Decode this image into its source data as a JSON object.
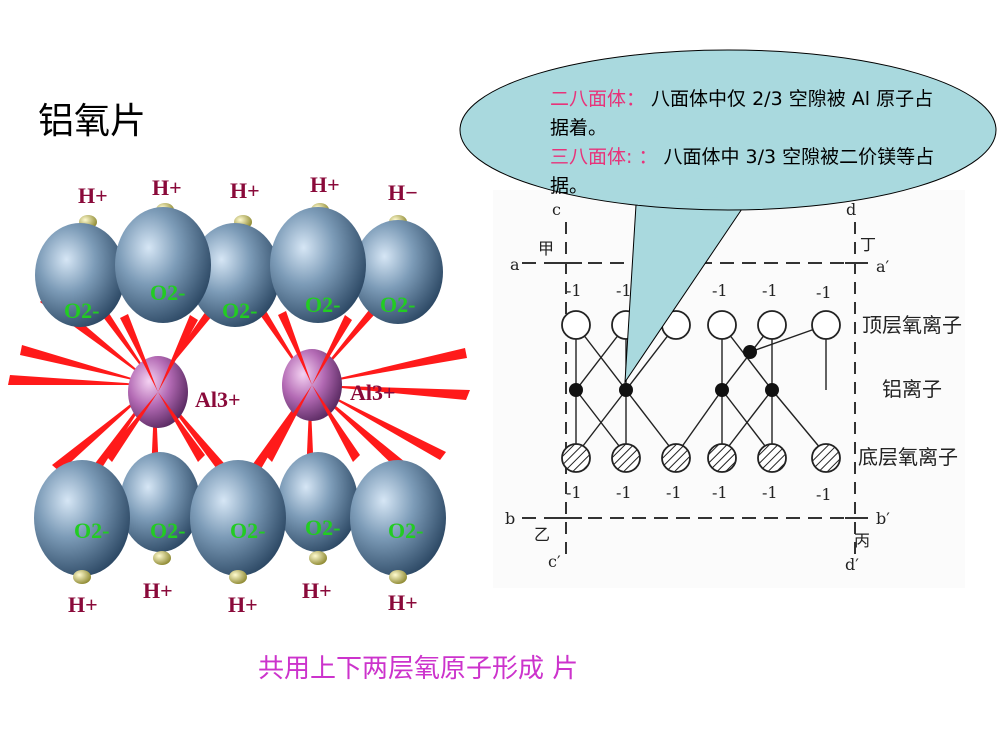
{
  "slide_title": "铝氧片",
  "caption": "共用上下两层氧原子形成 片",
  "callout": {
    "term1": "二八面体：",
    "desc1": " 八面体中仅 2/3 空隙被 Al 原子占据着。",
    "term2": "三八面体: ：",
    "desc2": " 八面体中 3/3 空隙被二价镁等占据。"
  },
  "left_model": {
    "top_h_labels": [
      "H+",
      "H+",
      "H+",
      "H+",
      "H−"
    ],
    "top_o_labels": [
      "O2-",
      "O2-",
      "O2-",
      "O2-",
      "O2-"
    ],
    "al_labels": [
      "Al3+",
      "Al3+"
    ],
    "bottom_o_labels": [
      "O2-",
      "O2-",
      "O2-",
      "O2-",
      "O2-"
    ],
    "bottom_h_labels": [
      "H+",
      "H+",
      "H+",
      "H+",
      "H+"
    ],
    "colors": {
      "oxygen": "#6f8fa8",
      "aluminum": "#b066b4",
      "hydrogen": "#c9c36a",
      "bond": "#ff1a1a",
      "ion_label": "#8a0a3a",
      "o_label": "#22cc22"
    }
  },
  "right_diagram": {
    "letters": {
      "a": "a",
      "a_prime": "a′",
      "b": "b",
      "b_prime": "b′",
      "c": "c",
      "c_prime": "c′",
      "d": "d",
      "d_prime": "d′"
    },
    "corners": {
      "jia": "甲",
      "ding": "丁",
      "yi": "乙",
      "bing": "丙"
    },
    "top_charges": [
      "-1",
      "-1",
      "-1",
      "-1",
      "-1",
      "-1"
    ],
    "bottom_charges": [
      "-1",
      "-1",
      "-1",
      "-1",
      "-1",
      "-1"
    ],
    "labels": {
      "top_oxygen": "顶层氧离子",
      "aluminum": "铝离子",
      "bottom_oxygen": "底层氧离子"
    }
  }
}
